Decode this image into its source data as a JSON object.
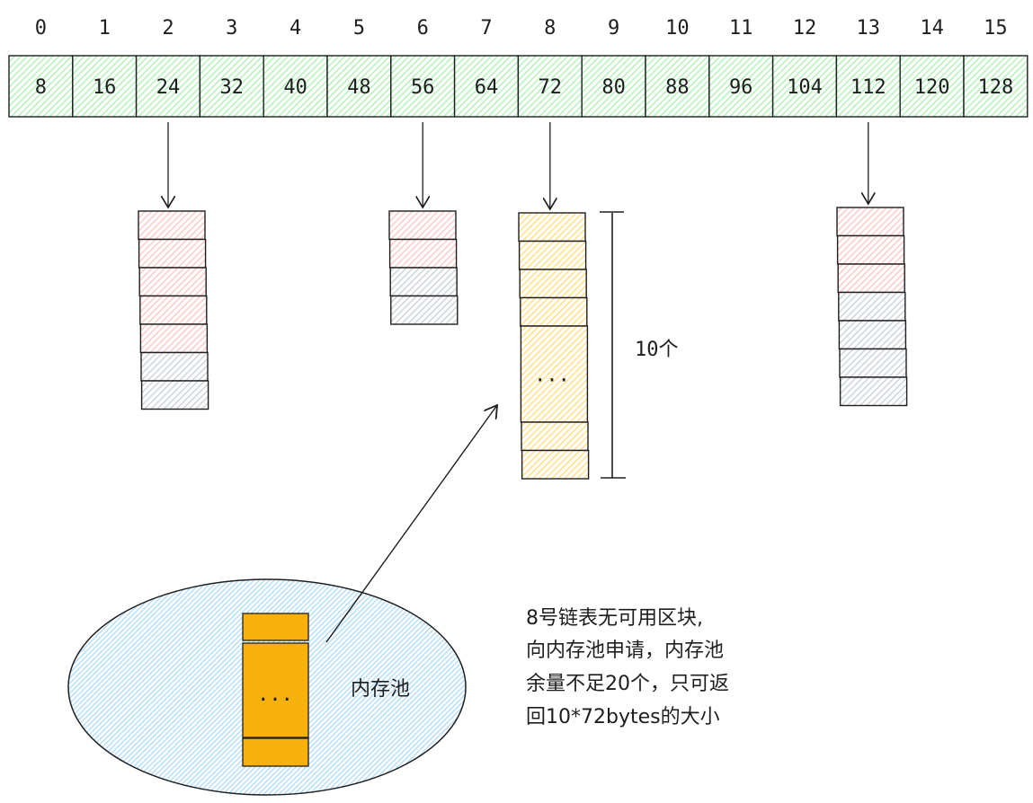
{
  "free_list": {
    "indices": [
      "0",
      "1",
      "2",
      "3",
      "4",
      "5",
      "6",
      "7",
      "8",
      "9",
      "10",
      "11",
      "12",
      "13",
      "14",
      "15"
    ],
    "sizes": [
      "8",
      "16",
      "24",
      "32",
      "40",
      "48",
      "56",
      "64",
      "72",
      "80",
      "88",
      "96",
      "104",
      "112",
      "120",
      "128"
    ],
    "cell_color": "#b2f2bb"
  },
  "chains": [
    {
      "from_index": 2,
      "blocks": [
        "used",
        "used",
        "used",
        "used",
        "used",
        "free",
        "free"
      ]
    },
    {
      "from_index": 6,
      "blocks": [
        "used",
        "used",
        "free",
        "free"
      ]
    },
    {
      "from_index": 8,
      "blocks": [
        "new",
        "new",
        "new",
        "new",
        "ellipsis",
        "new",
        "new"
      ],
      "ellipsis_label": "..."
    },
    {
      "from_index": 13,
      "blocks": [
        "used",
        "used",
        "used",
        "free",
        "free",
        "free",
        "free"
      ]
    }
  ],
  "block_colors": {
    "used": "#ffc9c9",
    "free": "#dee2e6",
    "new": "#ffec99",
    "pool": "#f8b00c",
    "pool_bg": "#a5d8ff"
  },
  "count_label": "10个",
  "pool": {
    "label": "内存池",
    "ellipsis_label": "..."
  },
  "note_lines": [
    "8号链表无可用区块,",
    "向内存池申请，内存池",
    "余量不足20个，只可返",
    "回10*72bytes的大小"
  ]
}
